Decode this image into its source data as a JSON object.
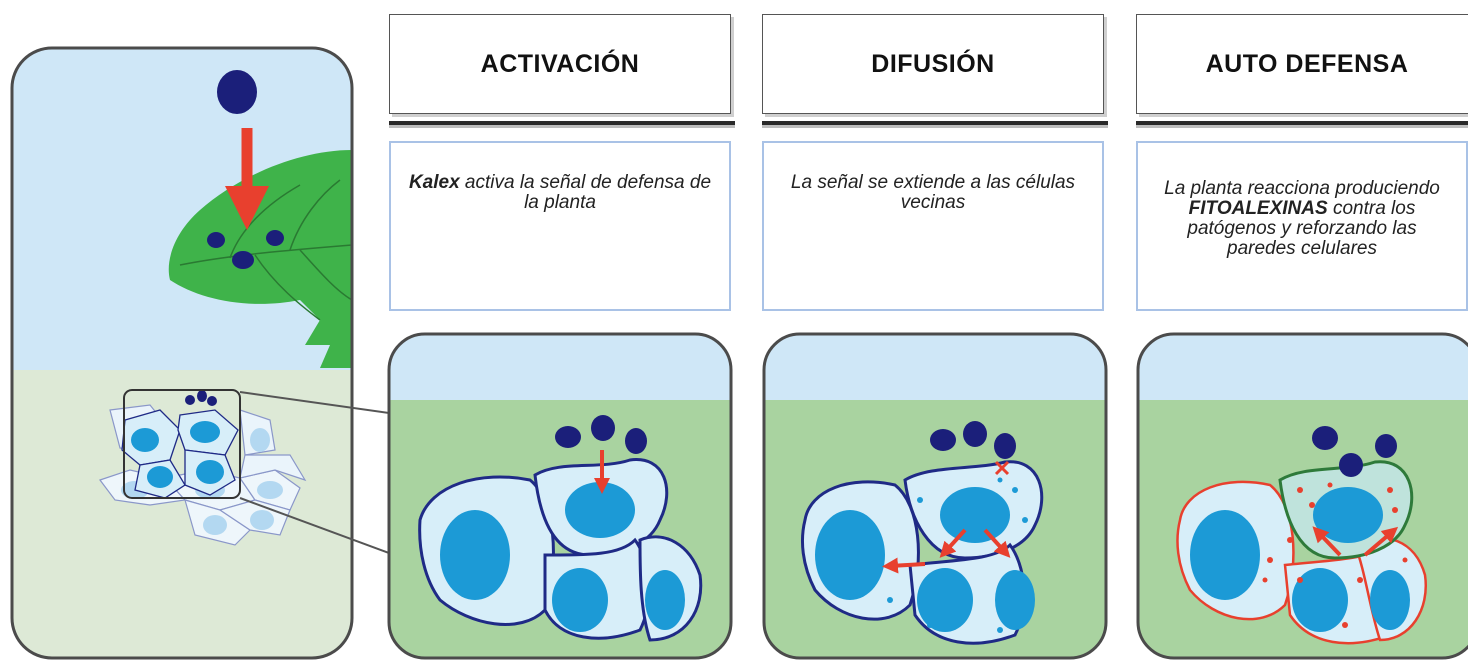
{
  "steps": [
    {
      "title": "ACTIVACIÓN",
      "desc_bold": "Kalex",
      "desc_rest": " activa la señal de defensa de la planta"
    },
    {
      "title": "DIFUSIÓN",
      "desc": "La señal se extiende a las células vecinas"
    },
    {
      "title": "AUTO DEFENSA",
      "desc_pre": "La planta reacciona produciendo ",
      "desc_bold": "FITOALEXINAS",
      "desc_post": " contra los patógenos y reforzando las paredes celulares"
    }
  ],
  "colors": {
    "sky": "#cfe7f7",
    "ground": "#a9d3a0",
    "leaf": "#3fb34a",
    "cell_fill": "#d7eef9",
    "nucleus": "#1c9ad6",
    "outline": "#1f2a86",
    "molecule": "#1b1f7a",
    "arrow": "#e8402e",
    "defense_outline": "#e8402e",
    "reinforced_wall": "#2e7a3a"
  }
}
